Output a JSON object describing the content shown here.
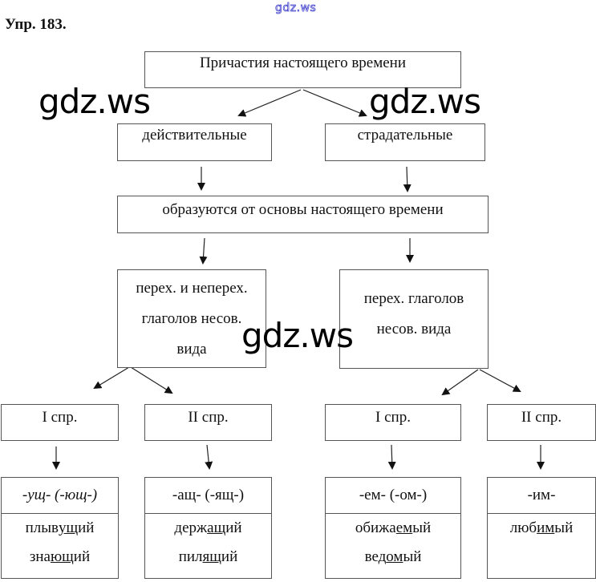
{
  "header": {
    "site_watermark": "gdz.ws",
    "exercise_title": "Упр. 183."
  },
  "watermarks": [
    "gdz.ws",
    "gdz.ws",
    "gdz.ws"
  ],
  "diagram": {
    "root": "Причастия настоящего времени",
    "types": {
      "active": "действительные",
      "passive": "страдательные"
    },
    "formation": "образуются от основы настоящего времени",
    "active_source": [
      "перех. и неперех.",
      "глаголов несов.",
      "вида"
    ],
    "passive_source": [
      "перех. глаголов",
      "несов. вида"
    ],
    "conjugations": [
      {
        "label": "I спр.",
        "suffix": "-ущ- (-ющ-)",
        "examples": [
          {
            "pre": "плыв",
            "mark": "ущ",
            "post": "ий"
          },
          {
            "pre": "зна",
            "mark": "ющ",
            "post": "ий"
          }
        ]
      },
      {
        "label": "II спр.",
        "suffix": "-ащ- (-ящ-)",
        "examples": [
          {
            "pre": "держ",
            "mark": "ащ",
            "post": "ий"
          },
          {
            "pre": "пил",
            "mark": "ящ",
            "post": "ий"
          }
        ]
      },
      {
        "label": "I спр.",
        "suffix": "-ем- (-ом-)",
        "examples": [
          {
            "pre": "обижа",
            "mark": "ем",
            "post": "ый"
          },
          {
            "pre": "вед",
            "mark": "ом",
            "post": "ый"
          }
        ]
      },
      {
        "label": "II спр.",
        "suffix": "-им-",
        "examples": [
          {
            "pre": "люб",
            "mark": "им",
            "post": "ый"
          }
        ]
      }
    ]
  }
}
